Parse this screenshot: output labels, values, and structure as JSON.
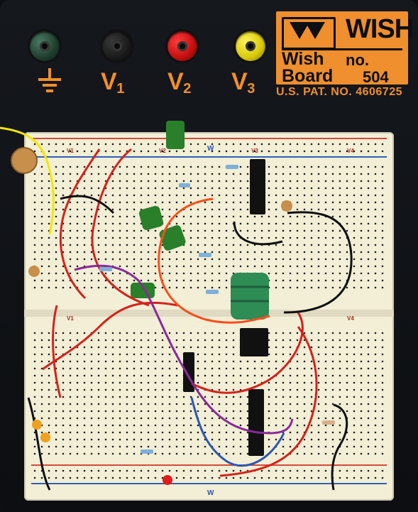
{
  "posts": {
    "v1_label": "V",
    "v1_sub": "1",
    "v2_label": "V",
    "v2_sub": "2",
    "v3_label": "V",
    "v3_sub": "3"
  },
  "branding": {
    "name": "WISH",
    "board_name": "Wish Board",
    "no_label": "no.",
    "model": "504",
    "patent": "U.S. PAT. NO. 4606725"
  },
  "board": {
    "rail_labels": {
      "v1": "V1",
      "v2": "V2",
      "v3": "V3",
      "v4": "V4"
    },
    "logo": "W"
  },
  "colors": {
    "accent": "#ef8f2d",
    "board": "#f2efd6",
    "wire_red": "#d3231d",
    "wire_black": "#0f0f10",
    "wire_purple": "#8a2a9a",
    "wire_blue": "#2c56b5",
    "wire_orange": "#ff4d1a",
    "capacitor_green": "#2a7f2a",
    "battery_green": "#2e8c55"
  }
}
